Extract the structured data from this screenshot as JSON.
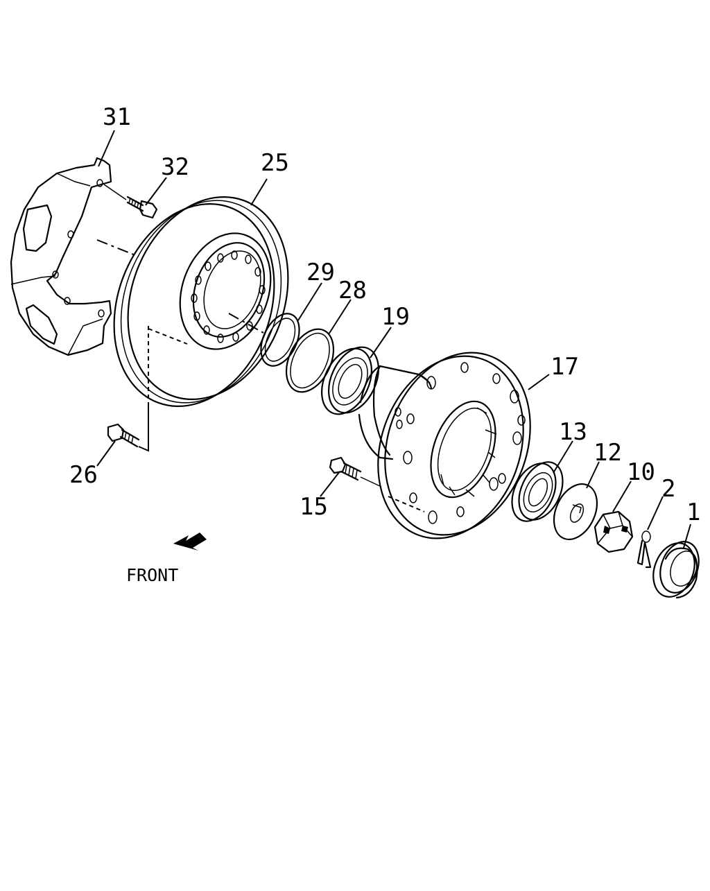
{
  "diagram": {
    "direction_label": "FRONT",
    "callouts": {
      "p31": "31",
      "p32": "32",
      "p25": "25",
      "p29": "29",
      "p28": "28",
      "p19": "19",
      "p17": "17",
      "p13": "13",
      "p12": "12",
      "p10": "10",
      "p2": "2",
      "p1": "1",
      "p26": "26",
      "p15": "15"
    }
  }
}
